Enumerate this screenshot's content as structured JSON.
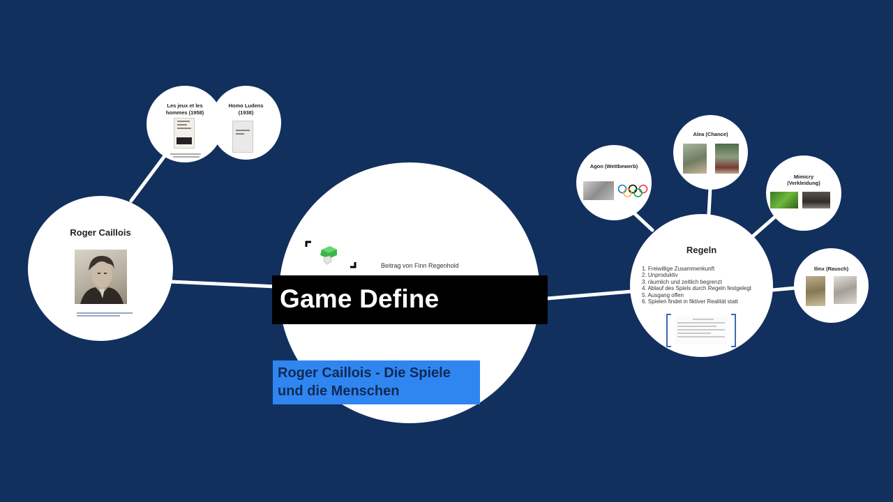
{
  "main": {
    "title": "Game Define",
    "subtitle": "Roger Caillois - Die Spiele und die Menschen",
    "author": "Beitrag von Finn Regenhold"
  },
  "roger": {
    "title": "Roger Caillois"
  },
  "books": {
    "jeux": {
      "title": "Les jeux et les hommes (1958)"
    },
    "homo": {
      "title": "Homo Ludens (1938)"
    }
  },
  "regeln": {
    "title": "Regeln",
    "rules": [
      "1. Freiwillige Zusammenkunft",
      "2. Unproduktiv",
      "3. räumlich und zeitlich begrenzt",
      "4. Ablauf des Spiels durch Regeln festgelegt",
      "5. Ausgang offen",
      "6. Spielen findet in fiktiver Realität statt"
    ]
  },
  "categories": {
    "agon": "Agon (Wettbewerb)",
    "alea": "Alea (Chance)",
    "mimicry": "Mimicry (Verkleidung)",
    "ilinx": "Ilinx (Rausch)"
  },
  "colors": {
    "background": "#12305e",
    "banner": "#000000",
    "subtitle_box": "#2f86f0",
    "subtitle_text": "#102a55",
    "connector": "#ffffff"
  }
}
